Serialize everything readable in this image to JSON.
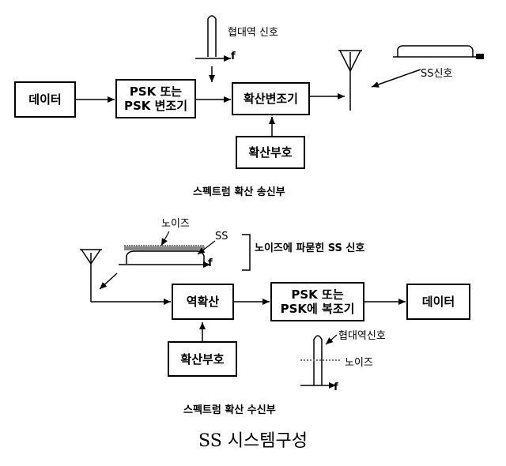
{
  "transmitter": {
    "blocks": {
      "data": "데이터",
      "psk_mod": "PSK 또는\nPSK 변조기",
      "spread_mod": "확산변조기",
      "spread_code": "확산부호"
    },
    "narrowband_label": "협대역 신호",
    "freq_axis": "f",
    "ss_label": "SS신호",
    "caption": "스펙트럼 확산 송신부"
  },
  "receiver": {
    "noise_label": "노이즈",
    "ss_label": "SS",
    "freq_axis": "f",
    "bracket_label": "노이즈에 파묻힌 SS 신호",
    "blocks": {
      "despread": "역확산",
      "psk_demod": "PSK 또는\nPSK에 복조기",
      "data": "데이터",
      "spread_code": "확산부호"
    },
    "narrowband_label": "협대역신호",
    "noise_label2": "노이즈",
    "freq_axis2": "f",
    "caption": "스펙트럼 확산 수신부"
  },
  "figure_title": "SS 시스템구성"
}
